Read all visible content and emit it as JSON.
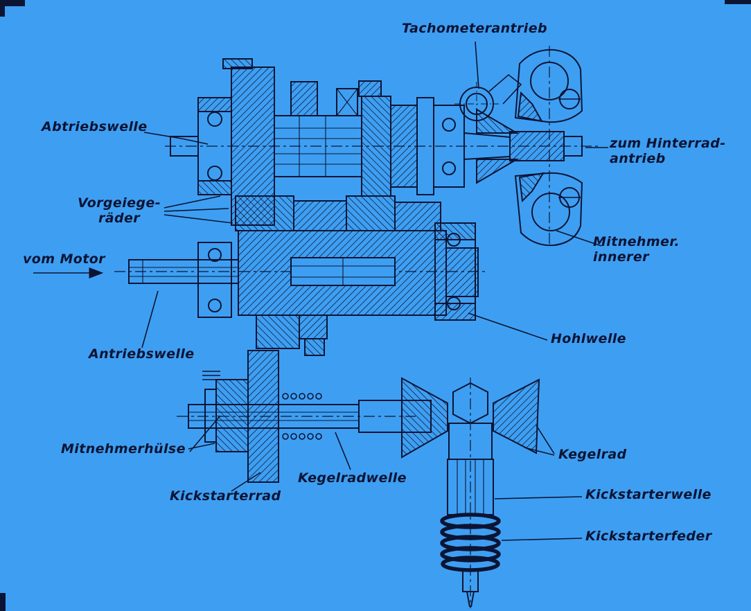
{
  "colors": {
    "background": "#3e9ff2",
    "ink": "#0c1434"
  },
  "diagram": {
    "type": "technical-cutaway-drawing",
    "subject": "motorcycle-gearbox-cross-section"
  },
  "labels": {
    "tachometerantrieb": "Tachometerantrieb",
    "abtriebswelle": "Abtriebswelle",
    "vorgelegeraeder": "Vorgeiege-\nräder",
    "vom_motor": "vom Motor",
    "antriebswelle": "Antriebswelle",
    "mitnehmerhuelse": "Mitnehmerhülse",
    "kickstarterrad": "Kickstarterrad",
    "kegelradwelle": "Kegelradwelle",
    "zum_hinterradantrieb": "zum Hinterrad-\nantrieb",
    "mitnehmer_innerer": "Mitnehmer.\ninnerer",
    "hohlwelle": "Hohlwelle",
    "kegelrad": "Kegelrad",
    "kickstarterwelle": "Kickstarterwelle",
    "kickstarterfeder": "Kickstarterfeder"
  }
}
